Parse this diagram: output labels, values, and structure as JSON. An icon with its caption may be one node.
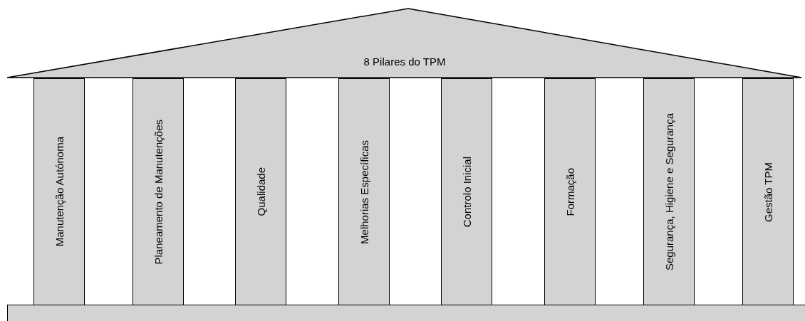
{
  "diagram": {
    "nodes": [
      {
        "text": [
          "8 Pilares do TPM"
        ]
      },
      {
        "text": [
          "Manutenção Autónoma"
        ]
      },
      {
        "text": [
          "Planeamento de Manutenções"
        ]
      },
      {
        "text": [
          "Qualidade"
        ]
      },
      {
        "text": [
          "Melhorias Específicas"
        ]
      },
      {
        "text": [
          "Controlo Inicial"
        ]
      },
      {
        "text": [
          "Formação"
        ]
      },
      {
        "text": [
          "Segurança, Higiene e Segurança"
        ]
      },
      {
        "text": [
          "Gestão TPM"
        ]
      },
      {
        "text": [],
        "shape": "bar"
      }
    ]
  }
}
